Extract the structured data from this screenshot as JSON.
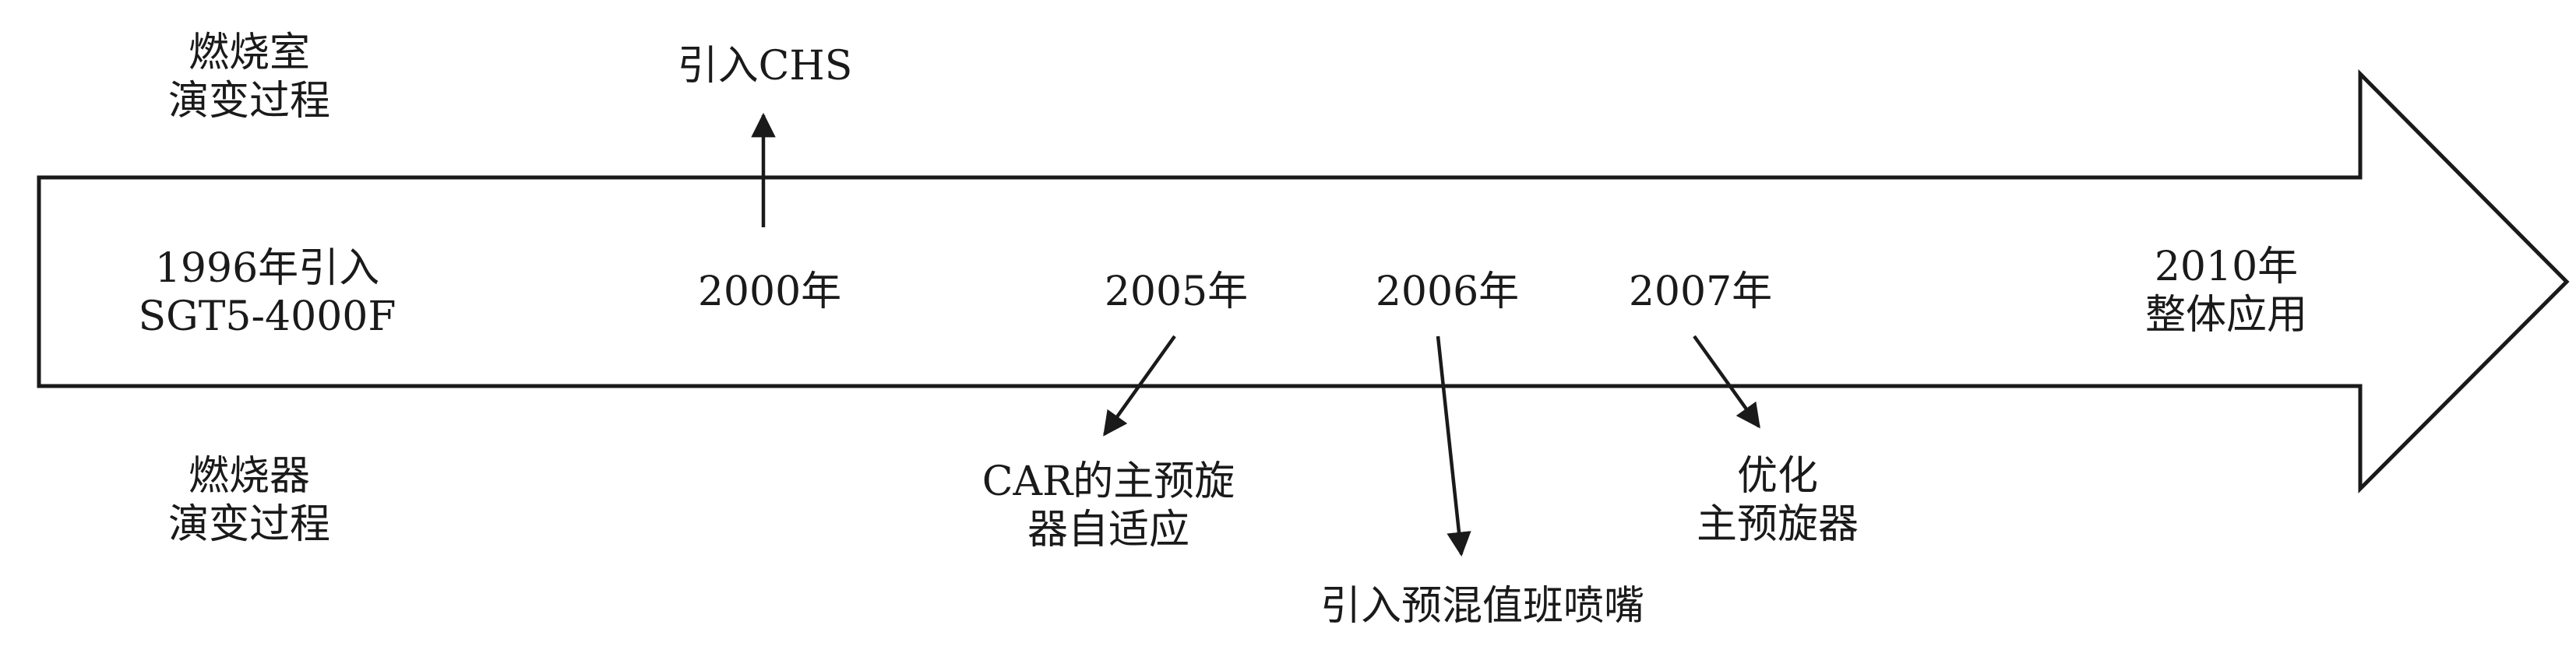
{
  "colors": {
    "stroke": "#1a1a1a",
    "background": "#ffffff"
  },
  "combustor_chamber_label": [
    "燃烧室",
    "演变过程"
  ],
  "burner_label": [
    "燃烧器",
    "演变过程"
  ],
  "milestones": {
    "m1996": [
      "1996年引入",
      "SGT5-4000F"
    ],
    "m2000": "2000年",
    "m2005": "2005年",
    "m2006": "2006年",
    "m2007": "2007年",
    "m2010": [
      "2010年",
      "整体应用"
    ]
  },
  "events": {
    "chamber_2000": "引入CHS",
    "burner_2005": [
      "CAR的主预旋",
      "器自适应"
    ],
    "burner_2006": "引入预混值班喷嘴",
    "burner_2007": [
      "优化",
      "主预旋器"
    ]
  }
}
